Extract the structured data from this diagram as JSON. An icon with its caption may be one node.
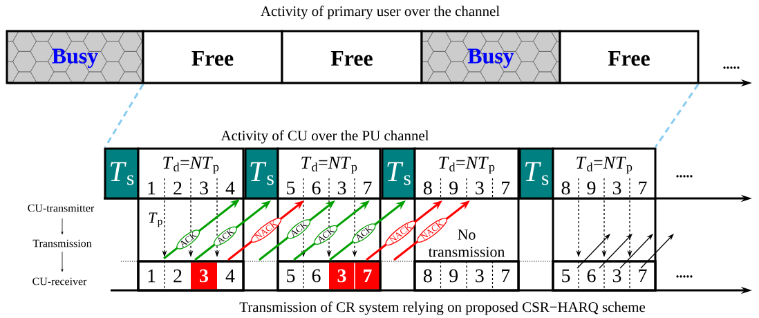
{
  "diagram": {
    "caption": "Transmission of CR system relying on proposed CSR−HARQ scheme",
    "nodes": [
      {
        "text": [
          "Busy"
        ]
      },
      {
        "text": [
          "Free"
        ]
      },
      {
        "text": [
          "Free"
        ]
      },
      {
        "text": [
          "Busy"
        ]
      },
      {
        "text": [
          "Free"
        ]
      },
      {
        "text": [
          "*T*$_{s}$"
        ]
      },
      {
        "text": [
          "*T*$_{d}$=*NT*$_{p}$",
          "1",
          "2",
          "3",
          "4"
        ]
      },
      {
        "text": [
          "*T*$_{s}$"
        ]
      },
      {
        "text": [
          "*T*$_{d}$=*NT*$_{p}$",
          "5",
          "6",
          "3",
          "7"
        ]
      },
      {
        "text": [
          "*T*$_{s}$"
        ]
      },
      {
        "text": [
          "*T*$_{d}$=*NT*$_{p}$",
          "8",
          "9",
          "3",
          "7"
        ]
      },
      {
        "text": [
          "*T*$_{s}$"
        ]
      },
      {
        "text": [
          "*T*$_{d}$=*NT*$_{p}$",
          "8",
          "9",
          "3",
          "7"
        ]
      },
      {
        "text": [
          "1",
          "2",
          "3",
          "4"
        ]
      },
      {
        "text": [
          "5",
          "6",
          "3",
          "7"
        ]
      },
      {
        "text": [
          "8",
          "9",
          "3",
          "7"
        ]
      },
      {
        "text": [
          "5",
          "6",
          "3",
          "7"
        ]
      }
    ],
    "edges": [
      {
        "from": 0,
        "to": 5,
        "arrow": "none",
        "style": "dashed",
        "color": "#88ccf0"
      },
      {
        "from": 4,
        "to": 12,
        "arrow": "none",
        "style": "dashed",
        "color": "#88ccf0"
      },
      {
        "from": 6,
        "to": 13,
        "arrow": "to",
        "style": "dashed"
      },
      {
        "from": 6,
        "to": 13,
        "arrow": "to",
        "style": "dashed"
      },
      {
        "from": 6,
        "to": 13,
        "arrow": "to",
        "style": "dashed"
      },
      {
        "from": 8,
        "to": 14,
        "arrow": "to",
        "style": "dashed"
      },
      {
        "from": 8,
        "to": 14,
        "arrow": "to",
        "style": "dashed"
      },
      {
        "from": 8,
        "to": 14,
        "arrow": "to",
        "style": "dashed"
      },
      {
        "from": 12,
        "to": 16,
        "arrow": "to",
        "style": "dashed"
      },
      {
        "from": 12,
        "to": 16,
        "arrow": "to",
        "style": "dashed"
      },
      {
        "from": 12,
        "to": 16,
        "arrow": "to",
        "style": "dashed"
      },
      {
        "from": 13,
        "to": 6,
        "arrow": "to",
        "label": "ACK",
        "style": "thick",
        "color": "#00a000"
      },
      {
        "from": 13,
        "to": 7,
        "arrow": "to",
        "label": "ACK",
        "style": "thick",
        "color": "#00a000"
      },
      {
        "from": 13,
        "to": 8,
        "arrow": "to",
        "label": "NACK",
        "style": "thick",
        "color": "#ff0000"
      },
      {
        "from": null,
        "to": 8,
        "arrow": "to",
        "label": "ACK",
        "style": "thick",
        "color": "#00a000"
      },
      {
        "from": 14,
        "to": 8,
        "arrow": "to",
        "label": "ACK",
        "style": "thick",
        "color": "#00a000"
      },
      {
        "from": 14,
        "to": 9,
        "arrow": "to",
        "label": "ACK",
        "style": "thick",
        "color": "#00a000"
      },
      {
        "from": 14,
        "to": 10,
        "arrow": "to",
        "label": "NACK",
        "style": "thick",
        "color": "#ff0000"
      },
      {
        "from": null,
        "to": 10,
        "arrow": "to",
        "label": "NACK",
        "style": "thick",
        "color": "#ff0000"
      },
      {
        "from": 16,
        "to": null,
        "arrow": "to"
      },
      {
        "from": 16,
        "to": null,
        "arrow": "to"
      },
      {
        "from": 16,
        "to": null,
        "arrow": "to"
      },
      {
        "from": 16,
        "to": null,
        "arrow": "to"
      }
    ],
    "labels": [
      "Activity of primary user over the channel",
      ".....",
      "Activity of CU over the PU channel",
      ".....",
      "CU-transmitter",
      "*T*$_{p}$",
      "Transmission",
      "No transmission",
      "CU-receiver",
      "....."
    ]
  }
}
